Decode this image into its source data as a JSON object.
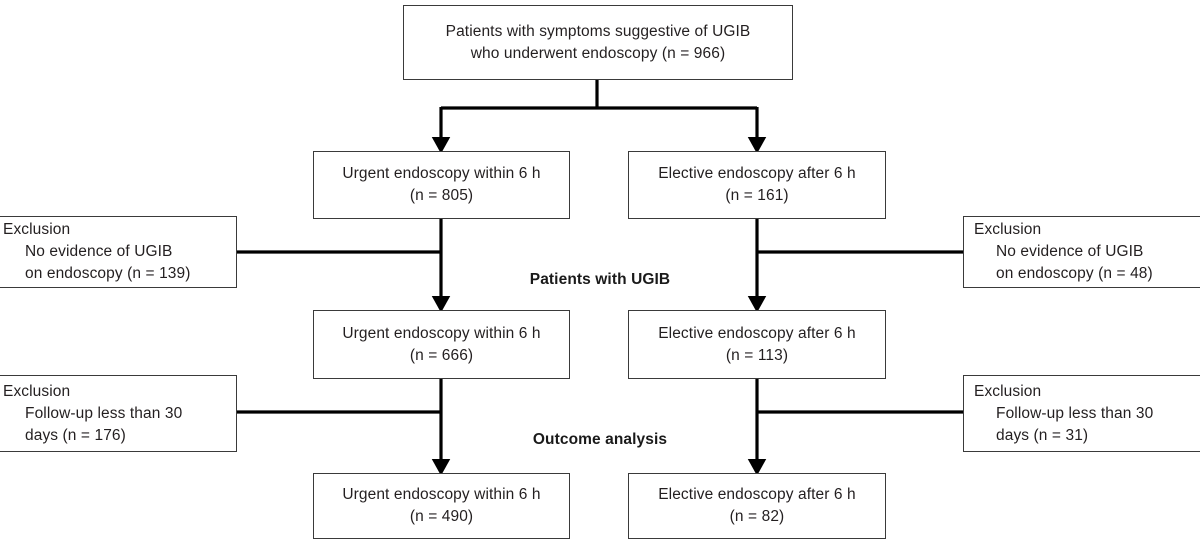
{
  "diagram": {
    "type": "flowchart",
    "title_visible": false,
    "colors": {
      "box_border": "#3a3a3a",
      "connector": "#000000",
      "text": "#231f20",
      "background": "#ffffff"
    },
    "stage_labels": [
      {
        "id": "patients-with-ugib",
        "text": "Patients with UGIB"
      },
      {
        "id": "outcome-analysis",
        "text": "Outcome analysis"
      }
    ],
    "nodes": {
      "root": {
        "id": "enrolled-patients",
        "line1": "Patients with symptoms suggestive of UGIB",
        "line2": "who underwent endoscopy (n = 966)",
        "n": 966
      },
      "urgent_1": {
        "id": "urgent-endoscopy-enrolled",
        "line1": "Urgent endoscopy within 6 h",
        "line2": "(n = 805)",
        "n": 805
      },
      "elective_1": {
        "id": "elective-endoscopy-enrolled",
        "line1": "Elective endoscopy after 6 h",
        "line2": "(n = 161)",
        "n": 161
      },
      "exclusion_left_1": {
        "id": "exclusion-no-evidence-urgent",
        "line1": "Exclusion",
        "line2": "No evidence of UGIB",
        "line3": "on endoscopy (n = 139)",
        "n": 139
      },
      "exclusion_right_1": {
        "id": "exclusion-no-evidence-elective",
        "line1": "Exclusion",
        "line2": "No evidence of UGIB",
        "line3": "on endoscopy (n = 48)",
        "n": 48
      },
      "urgent_2": {
        "id": "urgent-endoscopy-ugib",
        "line1": "Urgent endoscopy within 6 h",
        "line2": "(n = 666)",
        "n": 666
      },
      "elective_2": {
        "id": "elective-endoscopy-ugib",
        "line1": "Elective endoscopy after 6 h",
        "line2": "(n = 113)",
        "n": 113
      },
      "exclusion_left_2": {
        "id": "exclusion-followup-urgent",
        "line1": "Exclusion",
        "line2": "Follow-up less than 30",
        "line3": "days (n = 176)",
        "n": 176
      },
      "exclusion_right_2": {
        "id": "exclusion-followup-elective",
        "line1": "Exclusion",
        "line2": "Follow-up less than 30",
        "line3": "days (n = 31)",
        "n": 31
      },
      "urgent_3": {
        "id": "urgent-endoscopy-outcome",
        "line1": "Urgent endoscopy within 6 h",
        "line2": "(n = 490)",
        "n": 490
      },
      "elective_3": {
        "id": "elective-endoscopy-outcome",
        "line1": "Elective endoscopy after 6 h",
        "line2": "(n = 82)",
        "n": 82
      }
    }
  }
}
